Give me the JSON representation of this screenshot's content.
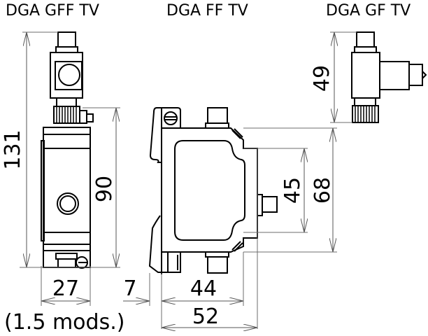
{
  "titles": {
    "left": "DGA GFF TV",
    "middle": "DGA FF TV",
    "right": "DGA GF TV"
  },
  "dimensions": {
    "gff_total_height": "131",
    "gff_body_height": "90",
    "gff_width": "27",
    "gff_modules": "(1.5 mods.)",
    "ff_rail_offset": "7",
    "ff_body_width": "44",
    "ff_total_width": "52",
    "ff_inner_height": "45",
    "ff_outer_height": "68",
    "gf_height": "49"
  },
  "colors": {
    "line": "#000000",
    "dimension_line": "#555555",
    "background": "#ffffff"
  }
}
